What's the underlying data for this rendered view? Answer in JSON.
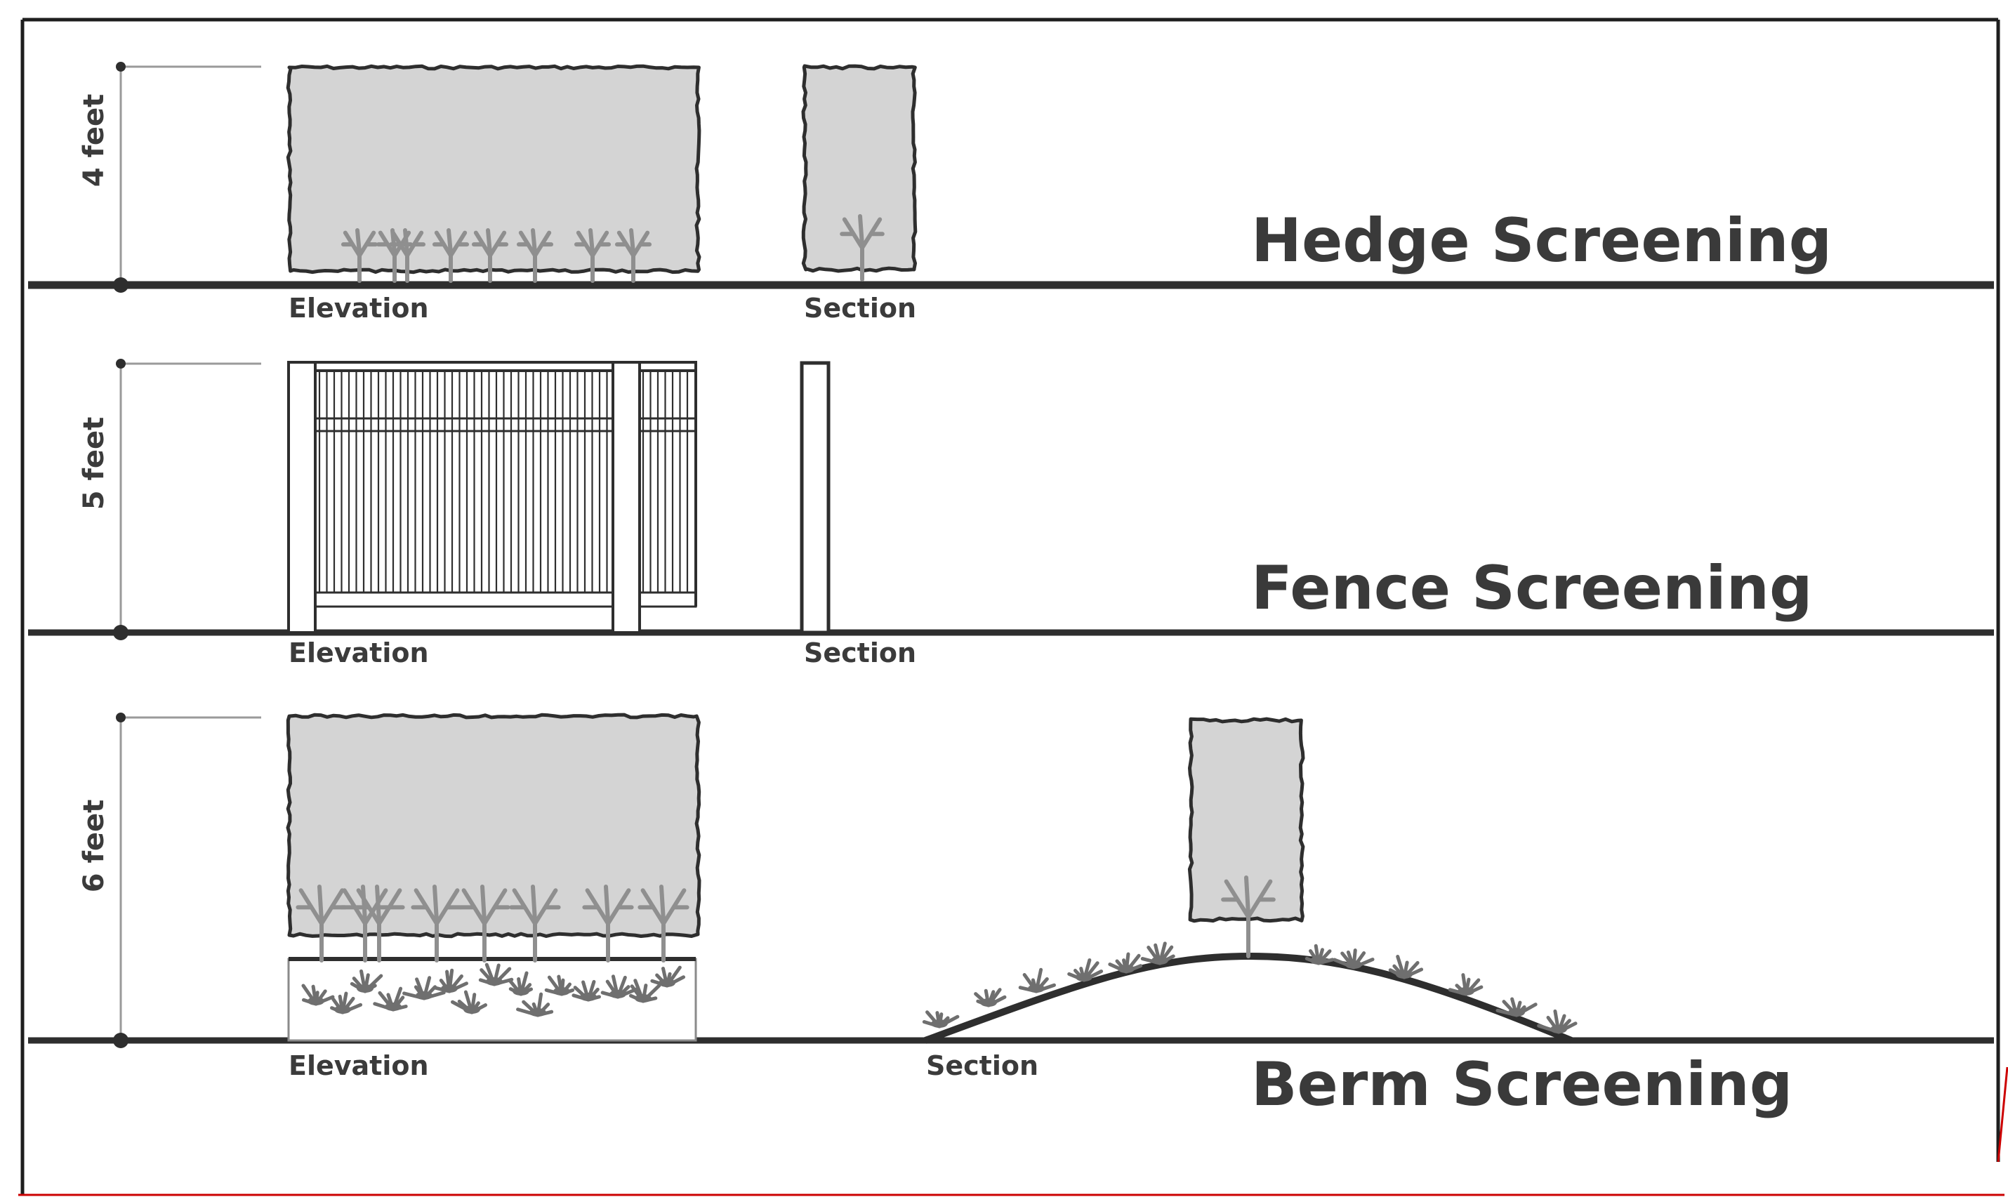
{
  "colors": {
    "ink": "#2e2e2e",
    "foliage": "#d4d4d4",
    "plant": "#8f8f8f",
    "frame_accent": "#cc0000"
  },
  "hedge": {
    "title": "Hedge Screening",
    "height_label": "4 feet",
    "elevation_label": "Elevation",
    "section_label": "Section"
  },
  "fence": {
    "title": "Fence Screening",
    "height_label": "5 feet",
    "elevation_label": "Elevation",
    "section_label": "Section"
  },
  "berm": {
    "title": "Berm Screening",
    "height_label": "6 feet",
    "elevation_label": "Elevation",
    "section_label": "Section"
  }
}
